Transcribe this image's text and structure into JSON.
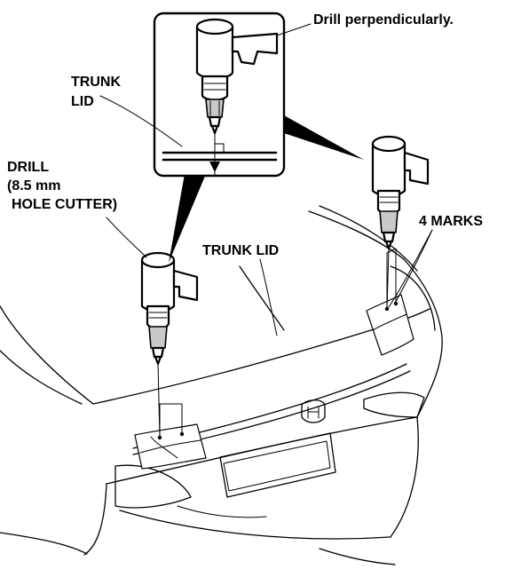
{
  "labels": {
    "drill_perpendicularly": "Drill perpendicularly.",
    "trunk_lid_detail_line1": "TRUNK",
    "trunk_lid_detail_line2": "LID",
    "drill_line1": "DRILL",
    "drill_line2": "(8.5 mm",
    "drill_line3": "HOLE CUTTER)",
    "trunk_lid": "TRUNK LID",
    "four_marks": "4 MARKS"
  },
  "icons": {
    "drill": "drill-icon",
    "hole_cutter": "hole-cutter-icon",
    "masking_tape": "masking-tape-icon",
    "emblem": "emblem-icon"
  }
}
